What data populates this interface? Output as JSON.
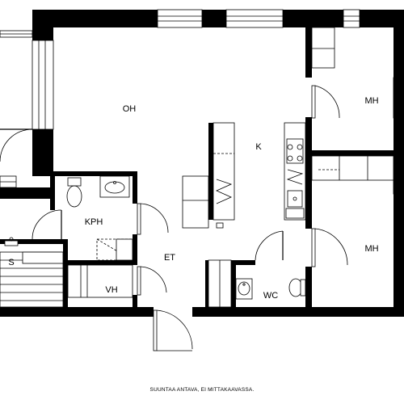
{
  "rooms": {
    "living": "OH",
    "kitchen": "K",
    "bedroom_1": "MH",
    "bedroom_2": "MH",
    "bathroom": "KPH",
    "sauna": "S",
    "hall": "ET",
    "closet": "VH",
    "toilet": "WC"
  },
  "footer_note": "SUUNTAA ANTAVA, EI MITTAKAAVASSA."
}
